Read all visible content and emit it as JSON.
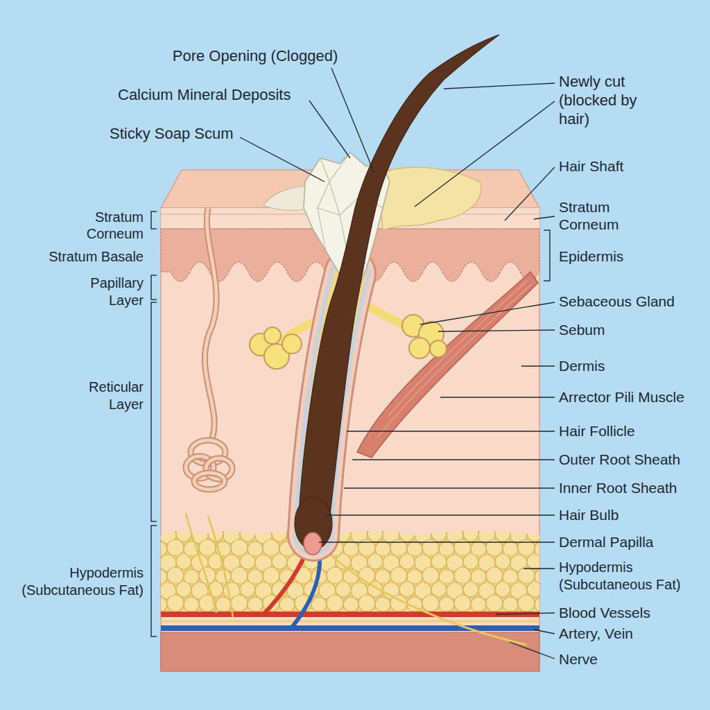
{
  "diagram": {
    "labels": [
      "Pore Opening (Clogged)",
      "Calcium Mineral Deposits",
      "Sticky Soap Scum",
      "Stratum Corneum",
      "Stratum Basale",
      "Papillary Layer",
      "Reticular Layer",
      "Hypodermis (Subcutaneous Fat)",
      "Newly cut (blocked by hair)",
      "Hair Shaft",
      "Stratum Corneum",
      "Epidermis",
      "Sebaceous Gland",
      "Sebum",
      "Dermis",
      "Arrector Pili Muscle",
      "Hair Follicle",
      "Outer Root Sheath",
      "Inner Root Sheath",
      "Hair Bulb",
      "Dermal Papilla",
      "Hypodermis (Subcutaneous Fat)",
      "Blood Vessels",
      "Artery, Vein",
      "Nerve"
    ]
  }
}
